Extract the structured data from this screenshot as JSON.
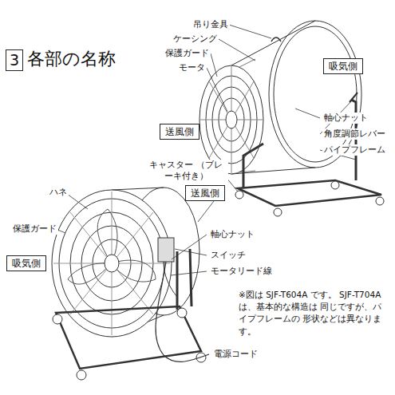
{
  "diagram": {
    "title": "各部の名称",
    "nodes": [
      {
        "text": [
          "3"
        ]
      },
      {
        "text": [
          "吸気側"
        ]
      },
      {
        "text": [
          "送風側"
        ]
      },
      {
        "text": [
          "送風側"
        ]
      },
      {
        "text": [
          "吸気側"
        ]
      }
    ],
    "labels": [
      "吊り金具",
      "ケーシング",
      "保護ガード",
      "モータ",
      "軸心ナット",
      "角度調節レバー",
      "パイプフレーム",
      "キャスター （ブレーキ付き）",
      "ハネ",
      "保護ガード",
      "軸心ナット",
      "スイッチ",
      "モータリード線",
      "電源コード",
      "※図は SJF-T604A です。 SJF-T704A は、基本的な構造は 同じですが、パイプフレームの 形状などは異なります。"
    ]
  }
}
